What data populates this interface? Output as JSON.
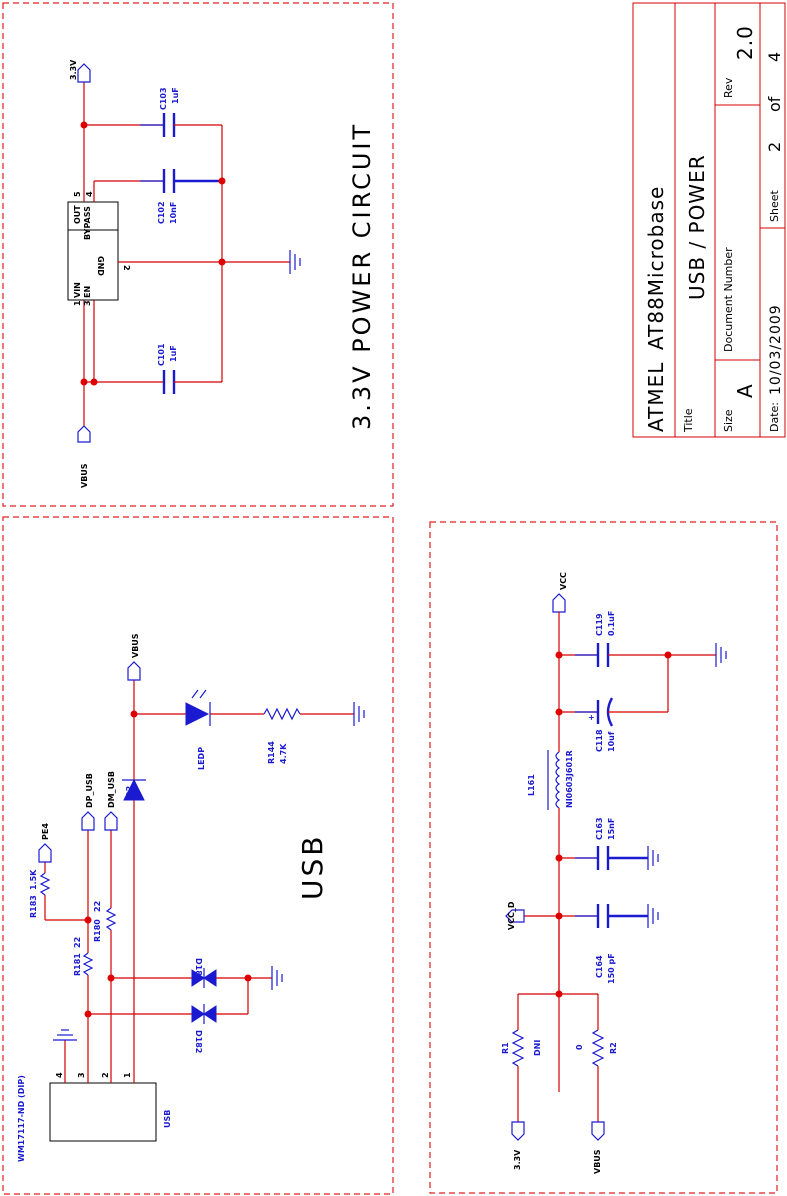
{
  "title_block": {
    "company": "ATMEL",
    "title_label": "Title",
    "project": "AT88Microbase",
    "page_title": "USB / POWER",
    "size_label": "Size",
    "size": "A",
    "doc_number_label": "Document Number",
    "rev_label": "Rev",
    "rev": "2.0",
    "date_label": "Date:",
    "date": "10/03/2009",
    "sheet_label": "Sheet",
    "sheet": "2",
    "of_label": "of",
    "total_sheets": "4"
  },
  "power_section": {
    "heading": "3.3V POWER CIRCUIT",
    "nets": {
      "vbus": "VBUS",
      "v33": "3.3V"
    },
    "regulator": {
      "pins": {
        "vin": "VIN",
        "en": "EN",
        "gnd": "GND",
        "out": "OUT",
        "bypass": "BYPASS"
      },
      "pin_numbers": {
        "vin": "1",
        "en": "3",
        "gnd": "2",
        "out": "5",
        "bypass": "4"
      }
    },
    "caps": [
      {
        "ref": "C103",
        "value": "1uF"
      },
      {
        "ref": "C102",
        "value": "10nF"
      },
      {
        "ref": "C101",
        "value": "1uF"
      }
    ]
  },
  "usb_section": {
    "heading": "USB",
    "connector": {
      "part": "WM17117-ND (DIP)",
      "name": "USB",
      "pins": [
        "4",
        "3",
        "2",
        "1"
      ]
    },
    "nets": {
      "pe4": "PE4",
      "dp": "DP_USB",
      "dm": "DM_USB",
      "vbus": "VBUS"
    },
    "resistors": [
      {
        "ref": "R183",
        "value": "1.5K"
      },
      {
        "ref": "R180",
        "value": "22"
      },
      {
        "ref": "R181",
        "value": "22"
      },
      {
        "ref": "R144",
        "value": "4.7K"
      }
    ],
    "diodes": {
      "d181": "D181",
      "d182": "D182",
      "d2": "D2",
      "ledp": "LEDP"
    }
  },
  "vcc_section": {
    "nets": {
      "vcc": "VCC",
      "vcc_d": "VCC_D",
      "v33": "3.3V",
      "vbus": "VBUS"
    },
    "caps": [
      {
        "ref": "C119",
        "value": "0.1uF"
      },
      {
        "ref": "C118",
        "value": "10uf"
      },
      {
        "ref": "C163",
        "value": "15nF"
      },
      {
        "ref": "C164",
        "value": "150 pF"
      }
    ],
    "inductor": {
      "ref": "L161",
      "value": "NI0603J601R"
    },
    "resistors": [
      {
        "ref": "R1",
        "value": "DNI"
      },
      {
        "ref": "R2",
        "value": "0"
      }
    ],
    "plus_sign": "+"
  }
}
